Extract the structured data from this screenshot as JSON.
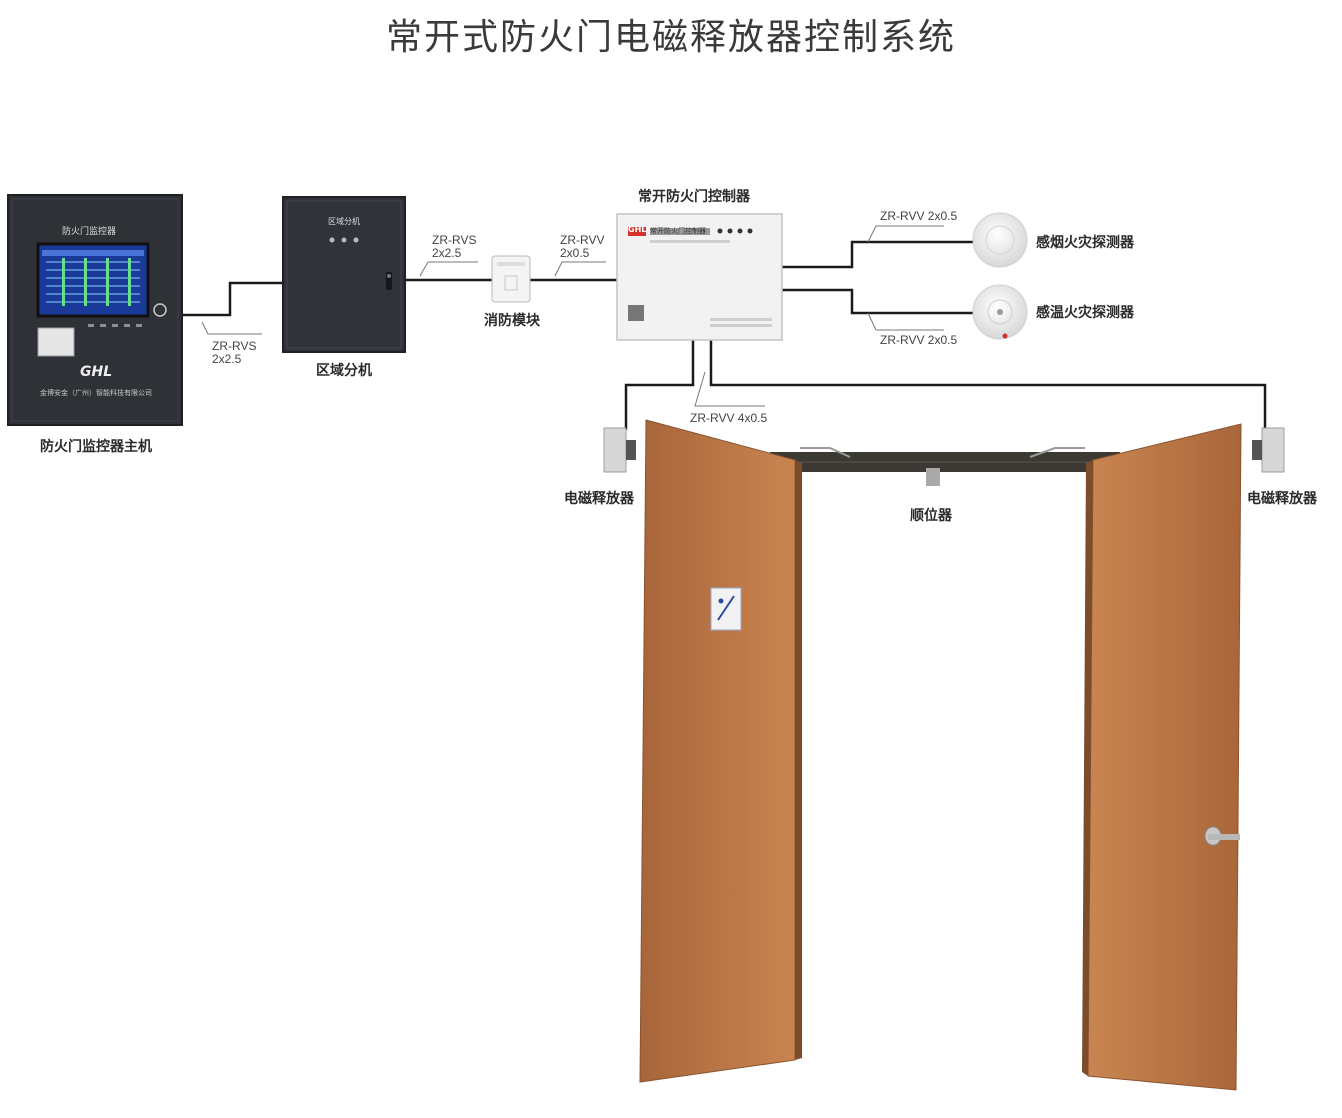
{
  "title": "常开式防火门电磁释放器控制系统",
  "devices": {
    "host": {
      "label": "防火门监控器主机",
      "panel_title": "防火门监控器",
      "brand": "GHL",
      "company": "金博安金（广州）智能科技有限公司"
    },
    "zone": {
      "label": "区域分机",
      "panel_title": "区域分机"
    },
    "fire_module": {
      "label": "消防模块"
    },
    "controller": {
      "label": "常开防火门控制器",
      "panel_title": "常开防火门控制器",
      "brand": "GHL"
    },
    "smoke_detector": {
      "label": "感烟火灾探测器"
    },
    "heat_detector": {
      "label": "感温火灾探测器"
    },
    "releaser_left": {
      "label": "电磁释放器"
    },
    "releaser_right": {
      "label": "电磁释放器"
    },
    "sequencer": {
      "label": "顺位器"
    }
  },
  "cables": {
    "host_zone": [
      "ZR-RVS",
      "2x2.5"
    ],
    "zone_module": [
      "ZR-RVS",
      "2x2.5"
    ],
    "module_controller": [
      "ZR-RVV",
      "2x0.5"
    ],
    "controller_smoke": "ZR-RVV 2x0.5",
    "controller_heat": "ZR-RVV 2x0.5",
    "controller_doors": "ZR-RVV 4x0.5"
  },
  "colors": {
    "door": "#c07a45",
    "cabinet": "#2e3136",
    "wire": "#1a1a1a"
  }
}
